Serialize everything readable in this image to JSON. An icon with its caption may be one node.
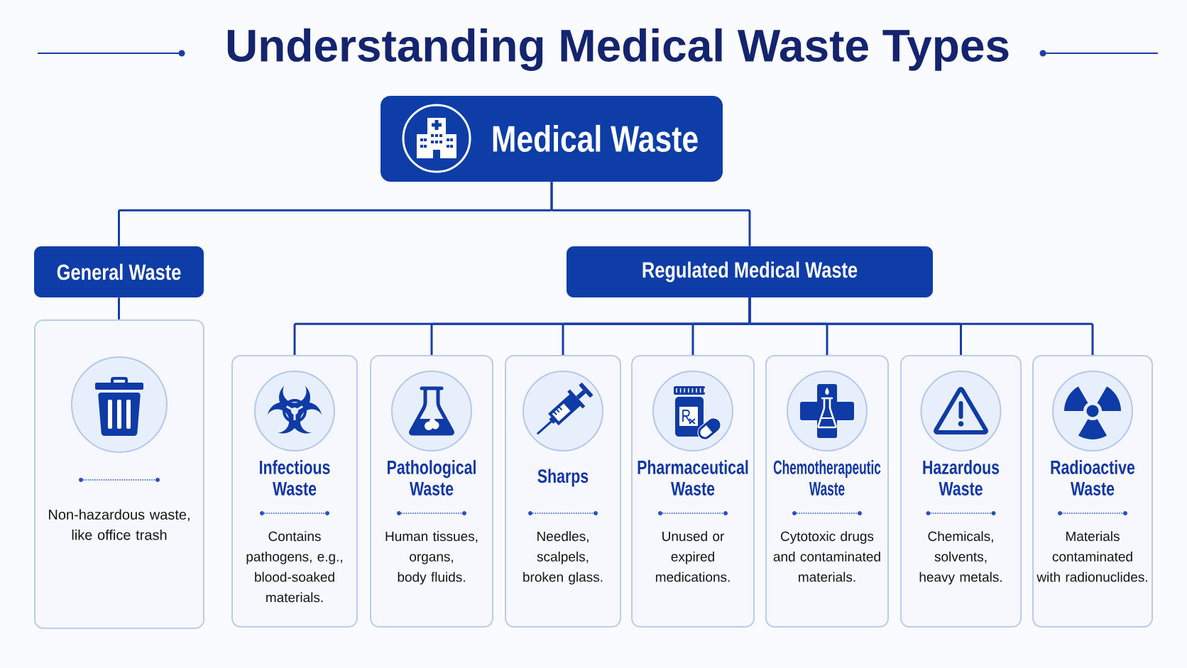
{
  "diagram": {
    "title": "Understanding Medical Waste Types",
    "nodes": [
      {
        "text": [
          "Medical Waste"
        ]
      },
      {
        "text": [
          "General Waste"
        ]
      },
      {
        "text": [
          "Regulated Medical Waste"
        ]
      },
      {
        "text": [
          "Non-hazardous waste, like office trash"
        ]
      },
      {
        "text": [
          "Infectious Waste",
          "Contains pathogens, e.g., blood-soaked materials."
        ]
      },
      {
        "text": [
          "Pathological Waste",
          "Human tissues, organs, body fluids."
        ]
      },
      {
        "text": [
          "Sharps",
          "Needles, scalpels, broken glass."
        ]
      },
      {
        "text": [
          "Pharmaceutical Waste",
          "Unused or expired medications."
        ]
      },
      {
        "text": [
          "Chemotherapeutic Waste",
          "Cytotoxic drugs and contaminated materials."
        ]
      },
      {
        "text": [
          "Hazardous Waste",
          "Chemicals, solvents, heavy metals."
        ]
      },
      {
        "text": [
          "Radioactive Waste",
          "Materials contaminated with radionuclides."
        ]
      }
    ],
    "edges": [
      {
        "from": 0,
        "to": 1,
        "arrow": "none"
      },
      {
        "from": 0,
        "to": 2,
        "arrow": "none"
      },
      {
        "from": 1,
        "to": 3,
        "arrow": "none"
      },
      {
        "from": 2,
        "to": 4,
        "arrow": "none"
      },
      {
        "from": 2,
        "to": 5,
        "arrow": "none"
      },
      {
        "from": 2,
        "to": 6,
        "arrow": "none"
      },
      {
        "from": 2,
        "to": 7,
        "arrow": "none"
      },
      {
        "from": 2,
        "to": 8,
        "arrow": "none"
      },
      {
        "from": 2,
        "to": 9,
        "arrow": "none"
      },
      {
        "from": 2,
        "to": 10,
        "arrow": "none"
      }
    ]
  }
}
